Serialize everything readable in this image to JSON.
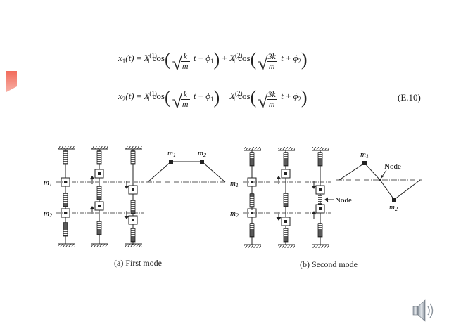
{
  "equations": {
    "eq1": {
      "lhs": "x",
      "lhs_sub": "1",
      "lhs_arg": "(t)",
      "amp1": "X",
      "amp1_sub": "1",
      "amp1_sup": "(1)",
      "op": "+",
      "amp2": "X",
      "amp2_sub": "1",
      "amp2_sup": "(2)"
    },
    "eq2": {
      "lhs": "x",
      "lhs_sub": "2",
      "lhs_arg": "(t)",
      "amp1": "X",
      "amp1_sub": "1",
      "amp1_sup": "(1)",
      "op": "−",
      "amp2": "X",
      "amp2_sub": "1",
      "amp2_sup": "(2)"
    },
    "cos": "cos",
    "k": "k",
    "three_k": "3k",
    "m": "m",
    "t": "t",
    "phi1": "ϕ",
    "phi1_sub": "1",
    "phi2": "ϕ",
    "phi2_sub": "2",
    "tag": "(E.10)"
  },
  "first_mode": {
    "caption": "(a) First mode",
    "m1_label": "m",
    "m1_sub": "1",
    "m2_label": "m",
    "m2_sub": "2",
    "mode_shape_m1": "m",
    "mode_shape_m1_sub": "1",
    "mode_shape_m2": "m",
    "mode_shape_m2_sub": "2"
  },
  "second_mode": {
    "caption": "(b) Second mode",
    "m1_label": "m",
    "m1_sub": "1",
    "m2_label": "m",
    "m2_sub": "2",
    "node_label_springs": "Node",
    "node_label_shape": "Node",
    "mode_shape_m1": "m",
    "mode_shape_m1_sub": "1",
    "mode_shape_m2": "m",
    "mode_shape_m2_sub": "2"
  },
  "colors": {
    "accent": "#f26b5b",
    "ink": "#222222"
  },
  "icons": {
    "audio": "speaker-icon"
  }
}
